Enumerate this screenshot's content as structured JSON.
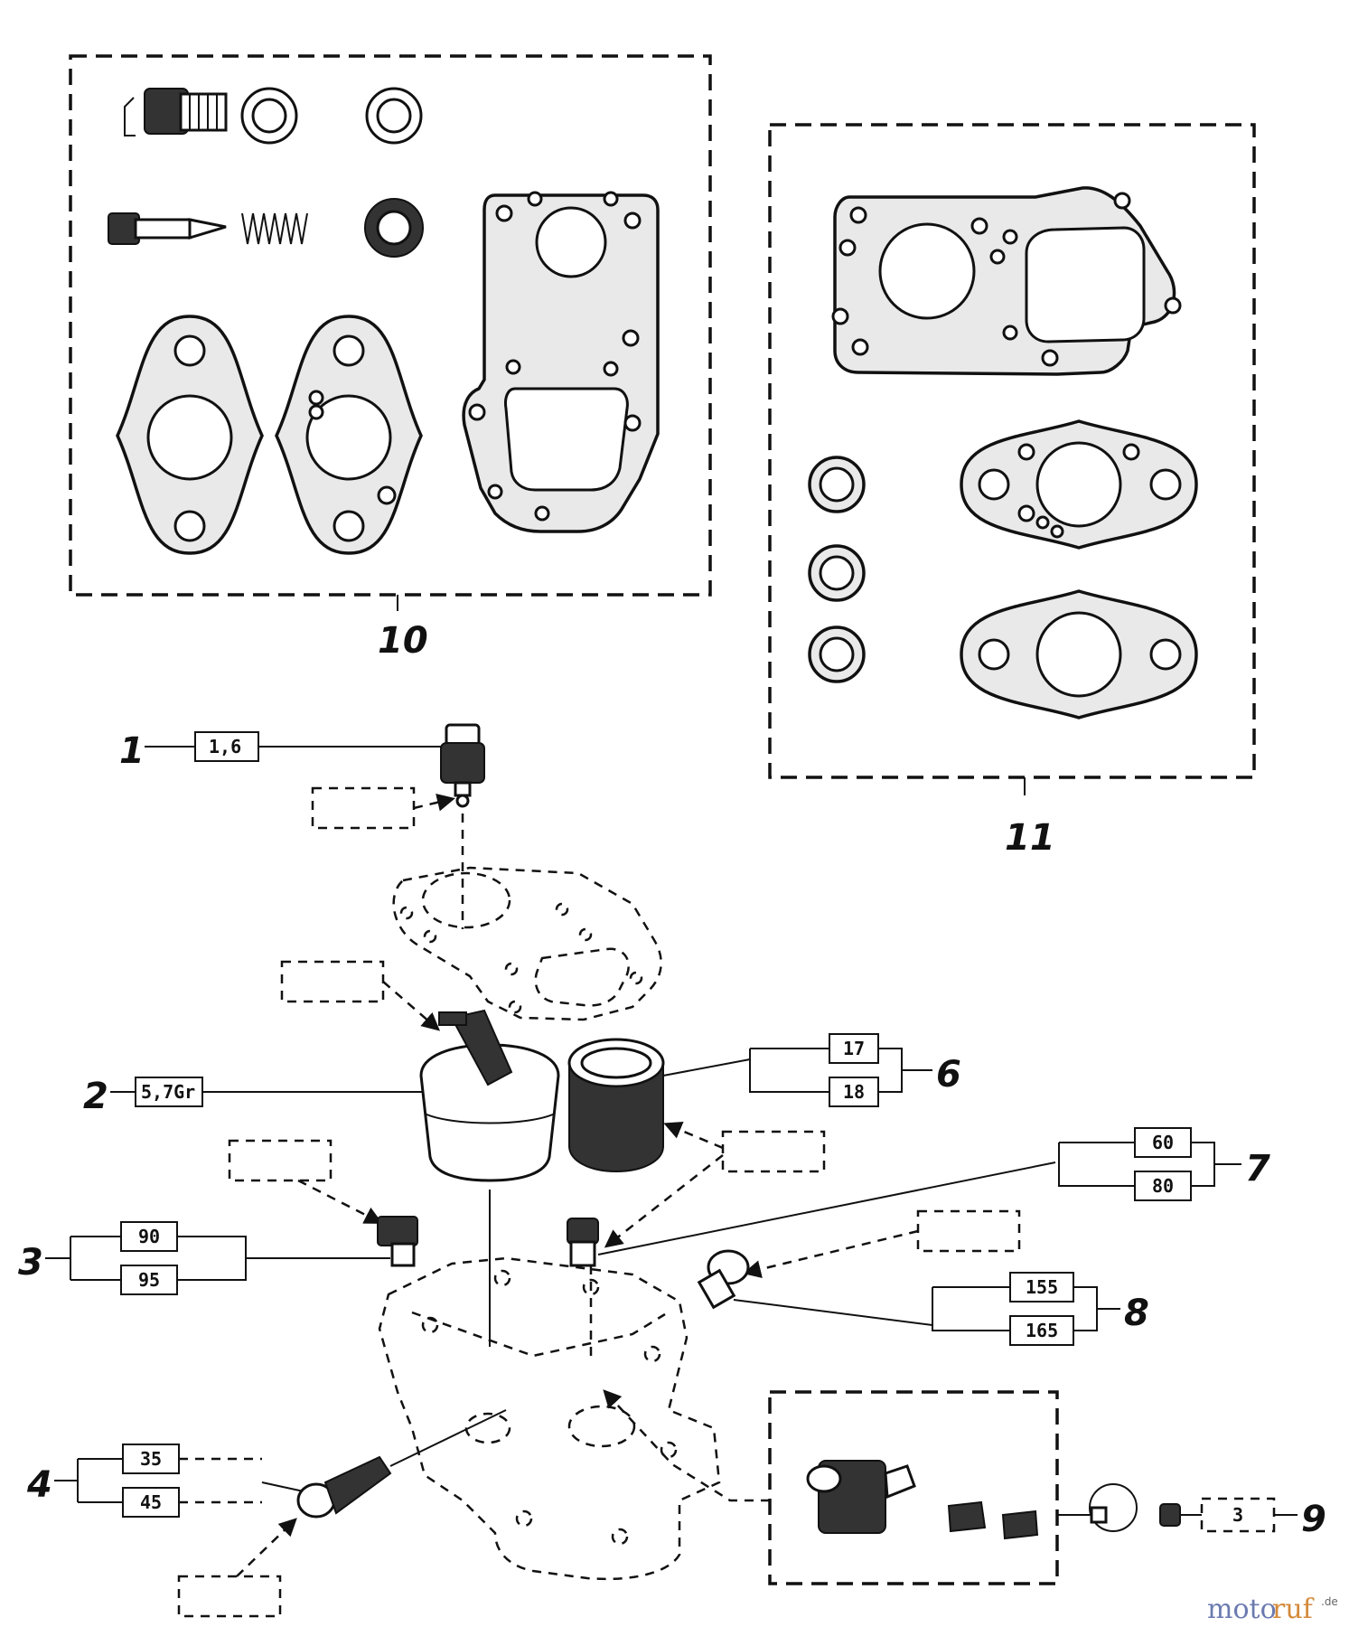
{
  "callouts": {
    "c1": "1",
    "c2": "2",
    "c3": "3",
    "c4": "4",
    "c6": "6",
    "c7": "7",
    "c8": "8",
    "c9": "9",
    "c10": "10",
    "c11": "11"
  },
  "boxes": {
    "b1": "1,6",
    "b2": "5,7Gr",
    "b3a": "90",
    "b3b": "95",
    "b4a": "35",
    "b4b": "45",
    "b6a": "17",
    "b6b": "18",
    "b7a": "60",
    "b7b": "80",
    "b8a": "155",
    "b8b": "165",
    "b9": "3"
  },
  "watermark": {
    "brand_part1": "moto",
    "brand_part2": "ruf",
    "tld": ".de"
  }
}
